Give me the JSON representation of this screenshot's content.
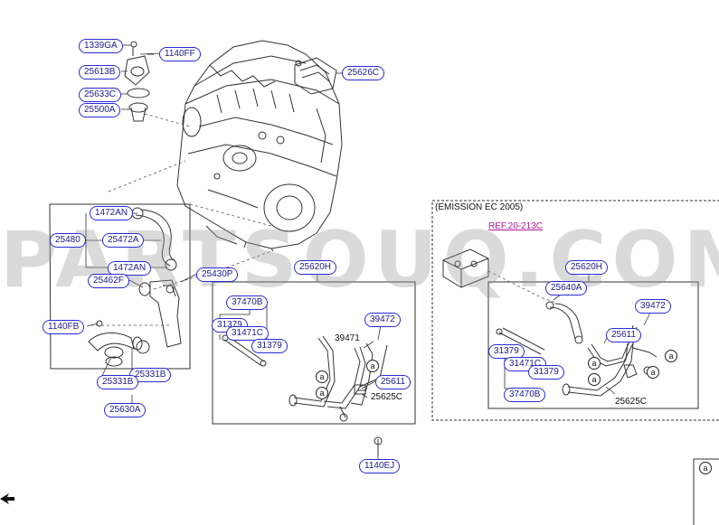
{
  "watermark": "PARTSOUQ.COM",
  "emission_box": {
    "title": "(EMISSION EC 2005)",
    "ref": "REF.20-213C"
  },
  "callout_a": "a",
  "corner_legend": "a",
  "labels": {
    "l1339GA": "1339GA",
    "l1140FF": "1140FF",
    "l25613B": "25613B",
    "l25633C": "25633C",
    "l25500A": "25500A",
    "l25626C": "25626C",
    "l1472AN_1": "1472AN",
    "l25480": "25480",
    "l25472A": "25472A",
    "l1472AN_2": "1472AN",
    "l25462F": "25462F",
    "l25430P": "25430P",
    "l1140FB": "1140FB",
    "l25331B_1": "25331B",
    "l25331B_2": "25331B",
    "l25630A": "25630A",
    "l25620H_1": "25620H",
    "l37470B_1": "37470B",
    "l31379_a": "31379",
    "l31471C_1": "31471C",
    "l31379_b": "31379",
    "l39472_1": "39472",
    "l25611_1": "25611",
    "l1140EJ": "1140EJ",
    "l25620H_2": "25620H",
    "l25640A": "25640A",
    "l39472_2": "39472",
    "l25611_2": "25611",
    "l31379_c": "31379",
    "l31471C_2": "31471C",
    "l31379_d": "31379",
    "l37470B_2": "37470B"
  },
  "plain_labels": {
    "p39471": "39471",
    "p25625C_1": "25625C",
    "p25625C_2": "25625C"
  }
}
